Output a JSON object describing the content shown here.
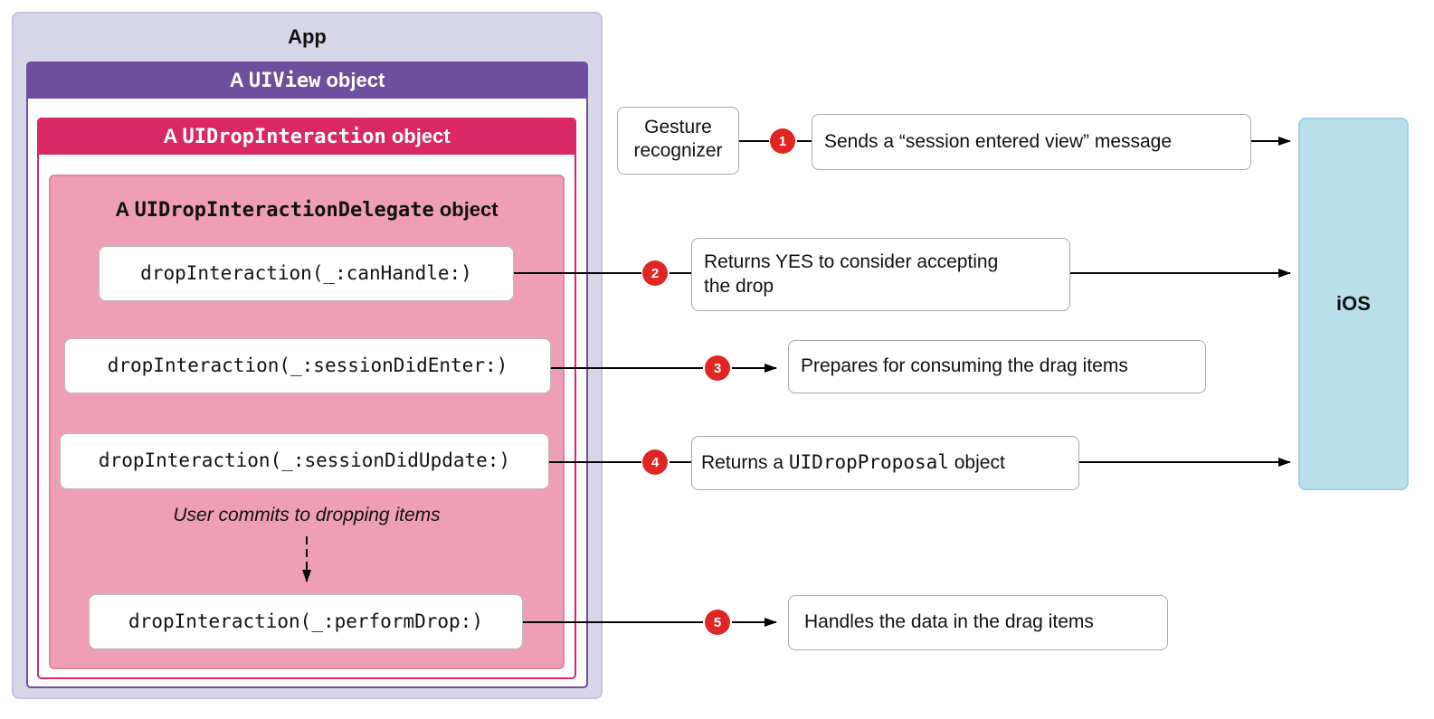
{
  "app": {
    "title": "App"
  },
  "uiview": {
    "prefix": "A ",
    "class_name": "UIView",
    "suffix": " object"
  },
  "drop_interaction": {
    "prefix": "A ",
    "class_name": "UIDropInteraction",
    "suffix": " object"
  },
  "delegate": {
    "prefix": "A ",
    "class_name": "UIDropInteractionDelegate",
    "suffix": " object"
  },
  "methods": {
    "can_handle": "dropInteraction(_:canHandle:)",
    "session_did_enter": "dropInteraction(_:sessionDidEnter:)",
    "session_did_update": "dropInteraction(_:sessionDidUpdate:)",
    "perform_drop": "dropInteraction(_:performDrop:)"
  },
  "commit_label": "User commits to dropping items",
  "gesture": {
    "line1": "Gesture",
    "line2": "recognizer"
  },
  "messages": {
    "m1": "Sends a “session entered view” message",
    "m2_line1": "Returns YES to consider accepting",
    "m2_line2": "the drop",
    "m3": "Prepares for consuming the drag items",
    "m4_prefix": "Returns a ",
    "m4_class": "UIDropProposal",
    "m4_suffix": " object",
    "m5": "Handles the data in the drag items"
  },
  "steps": [
    "1",
    "2",
    "3",
    "4",
    "5"
  ],
  "ios": {
    "label": "iOS"
  },
  "colors": {
    "app_bg": "#d8d7e9",
    "uiview": "#6d4f9d",
    "drop_interaction": "#d92865",
    "delegate_bg": "#ee9fb5",
    "ios_bg": "#b9e0ea",
    "badge": "#e02622"
  }
}
